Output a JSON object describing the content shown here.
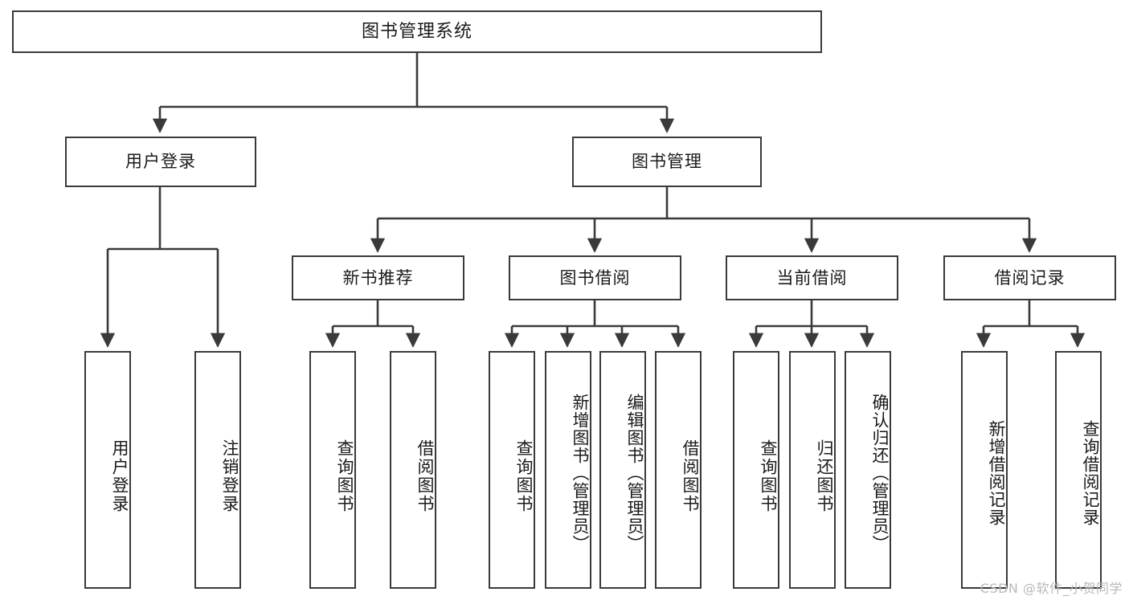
{
  "diagram": {
    "title": "图书管理系统",
    "watermark": "CSDN @软件_小贺同学",
    "type": "tree",
    "edge_color": "#3a3a3a",
    "box_border_color": "#3a3a3a",
    "background": "#ffffff",
    "nodes": {
      "root": {
        "label": "图书管理系统"
      },
      "level1": [
        {
          "label": "用户登录"
        },
        {
          "label": "图书管理"
        }
      ],
      "level2": [
        {
          "label": "新书推荐"
        },
        {
          "label": "图书借阅"
        },
        {
          "label": "当前借阅"
        },
        {
          "label": "借阅记录"
        }
      ],
      "leaves": {
        "user_login": [
          {
            "label": "用户登录"
          },
          {
            "label": "注销登录"
          }
        ],
        "new_book_recommend": [
          {
            "label": "查询图书"
          },
          {
            "label": "借阅图书"
          }
        ],
        "book_borrow": [
          {
            "label": "查询图书"
          },
          {
            "label": "新增图书（管理员）"
          },
          {
            "label": "编辑图书（管理员）"
          },
          {
            "label": "借阅图书"
          }
        ],
        "current_borrow": [
          {
            "label": "查询图书"
          },
          {
            "label": "归还图书"
          },
          {
            "label": "确认归还（管理员）"
          }
        ],
        "borrow_record": [
          {
            "label": "新增借阅记录"
          },
          {
            "label": "查询借阅记录"
          }
        ]
      }
    }
  }
}
